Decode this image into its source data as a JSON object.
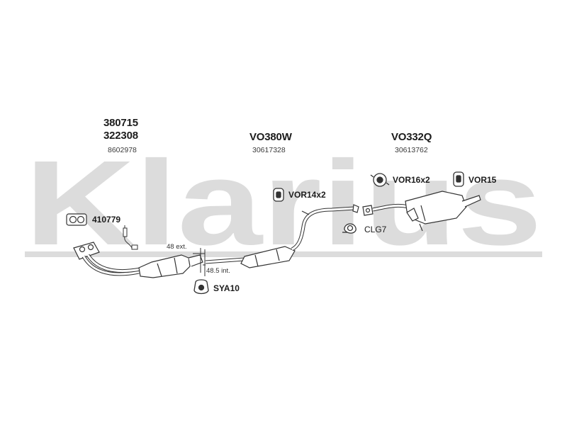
{
  "watermark": {
    "text": "Klarius",
    "color": "#d9d9d9"
  },
  "groups": {
    "front": {
      "ref_top": "380715",
      "ref_mid": "322308",
      "ref_small": "8602978"
    },
    "middle": {
      "ref_main": "VO380W",
      "ref_small": "30617328"
    },
    "rear": {
      "ref_main": "VO332Q",
      "ref_small": "30613762"
    }
  },
  "fittings": {
    "gasket": "410779",
    "hanger_14": "VOR14x2",
    "hanger_16": "VOR16x2",
    "hanger_15": "VOR15",
    "clamp": "CLG7",
    "mount": "SYA10"
  },
  "dimensions": {
    "ext": "48 ext.",
    "int": "48.5 int."
  },
  "colors": {
    "line": "#333333",
    "part_fill": "#ffffff",
    "watermark": "#d9d9d9"
  }
}
